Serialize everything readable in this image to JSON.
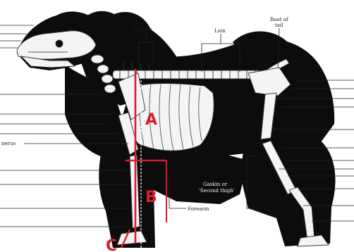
{
  "diagram": {
    "labels": {
      "withers": "Withers",
      "loin": "Loin",
      "root_of_tail_1": "Root of",
      "root_of_tail_2": "tail",
      "humerus_partial": "nerus",
      "gaskin_1": "Gaskin or",
      "gaskin_2": "'Second thigh'",
      "forearm": "Forearm"
    },
    "measure_marks": [
      "A",
      "B",
      "C"
    ],
    "colors": {
      "fur": "#0c0c0c",
      "bone": "#f4f4f4",
      "line": "#222222",
      "accent_red": "#d81e2a"
    }
  }
}
